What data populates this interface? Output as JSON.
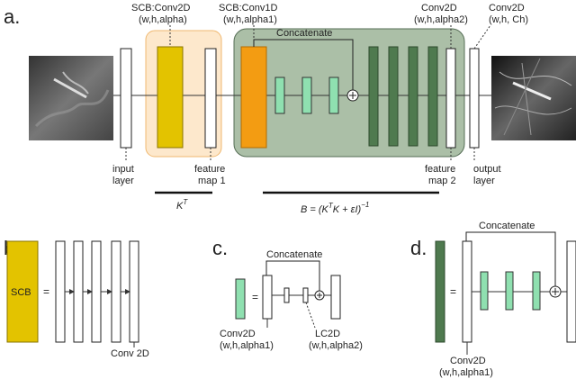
{
  "panels": {
    "a": "a.",
    "b": "b.",
    "c": "c.",
    "d": "d."
  },
  "panel_a": {
    "scb_conv2d_line1": "SCB:Conv2D",
    "scb_conv2d_line2": "(w,h,alpha)",
    "scb_conv1d_line1": "SCB:Conv1D",
    "scb_conv1d_line2": "(w,h,alpha1)",
    "concatenate": "Concatenate",
    "conv2d_alpha2_line1": "Conv2D",
    "conv2d_alpha2_line2": "(w,h,alpha2)",
    "conv2d_ch_line1": "Conv2D",
    "conv2d_ch_line2": "(w,h, Ch)",
    "input_layer_line1": "input",
    "input_layer_line2": "layer",
    "feature_map1_line1": "feature",
    "feature_map1_line2": "map 1",
    "feature_map2_line1": "feature",
    "feature_map2_line2": "map 2",
    "output_layer_line1": "output",
    "output_layer_line2": "layer",
    "kt_label": "K",
    "kt_sup": "T",
    "b_label_main": "B = (K",
    "b_label_sup1": "T",
    "b_label_rest": "K + εI)",
    "b_label_sup2": "−1"
  },
  "panel_b": {
    "scb": "SCB",
    "equals": "=",
    "conv2d": "Conv 2D"
  },
  "panel_c": {
    "concatenate": "Concatenate",
    "equals": "=",
    "conv2d_line1": "Conv2D",
    "conv2d_line2": "(w,h,alpha1)",
    "lc2d_line1": "LC2D",
    "lc2d_line2": "(w,h,alpha2)"
  },
  "panel_d": {
    "concatenate": "Concatenate",
    "equals": "=",
    "conv2d_line1": "Conv2D",
    "conv2d_line2": "(w,h,alpha1)"
  },
  "colors": {
    "scb_yellow": "#e3c300",
    "scb_orange": "#f39c12",
    "light_green": "#8fe0b0",
    "dark_green": "#4f7a4f",
    "peach_bg": "#fde8cc",
    "sage_bg": "#8faa8a"
  },
  "icons": {
    "plus": "⊕"
  }
}
